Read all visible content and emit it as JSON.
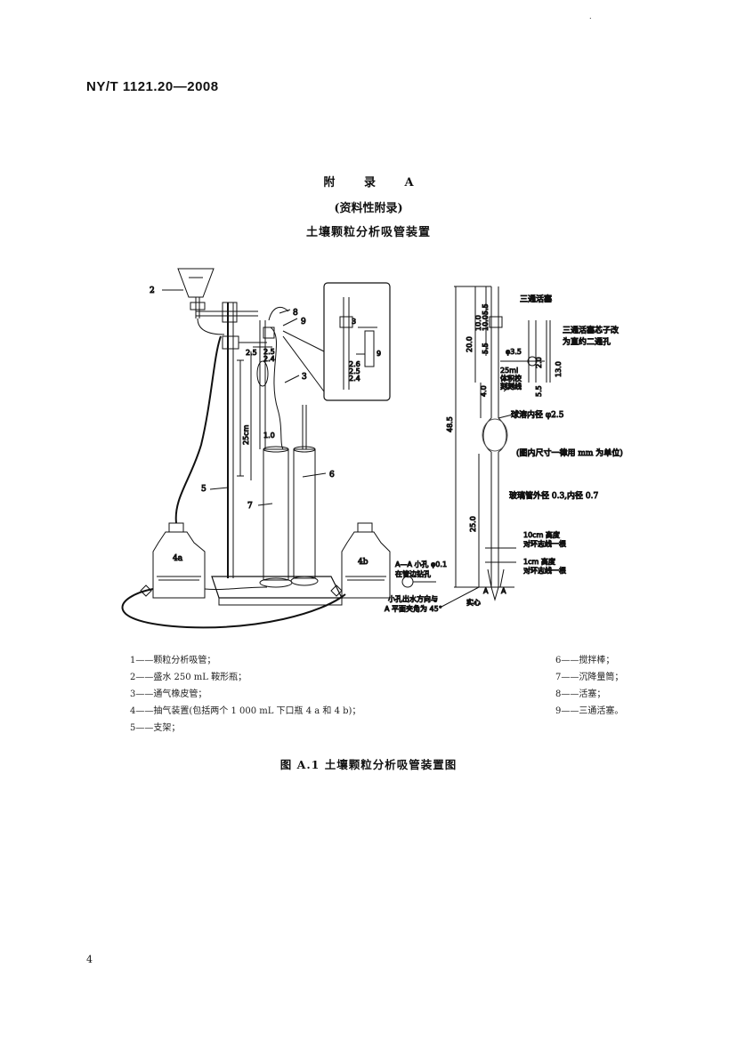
{
  "header": {
    "standard_no": "NY/T 1121.20—2008"
  },
  "appendix": {
    "label": "附 录 A",
    "type": "(资料性附录)",
    "title": "土壤颗粒分析吸管装置"
  },
  "figure_left": {
    "callouts": [
      "2",
      "8",
      "9",
      "3",
      "6",
      "5",
      "7",
      "4a",
      "4b"
    ],
    "dims": [
      "2.5",
      "2.5",
      "2.4",
      "25cm",
      "1.0"
    ],
    "inset": [
      "3",
      "2.6",
      "2.5",
      "2.4",
      "9"
    ]
  },
  "figure_right": {
    "labels": {
      "three_way": "三通活塞",
      "stopcock_note_1": "三通活塞芯子改",
      "stopcock_note_2": "为直约二通孔",
      "vol_1": "25ml",
      "vol_2": "体积校",
      "vol_3": "刻刻线",
      "bulb": "球溶内径 φ2.5",
      "units": "(图内尺寸一律用 mm 为单位)",
      "tube": "玻璃管外径 0.3,内径 0.7",
      "h10cm_1": "10cm 高度",
      "h10cm_2": "对环志线一根",
      "h1cm_1": "1cm 高度",
      "h1cm_2": "对环志线一根",
      "aa_1": "A—A 小孔 φ0.1",
      "aa_2": "在管边钻孔",
      "hole_1": "小孔出水方向与",
      "hole_2": "A 平面夹角为 45°",
      "solid": "实心",
      "a_left": "A",
      "a_right": "A"
    },
    "dims": [
      "5.5",
      "10.0",
      "10.0",
      "20.0",
      "5.5",
      "4.0",
      "48.5",
      "25.0",
      "φ3.5",
      "2.0",
      "13.0",
      "5.5"
    ]
  },
  "legend": {
    "left": [
      "1——颗粒分析吸管；",
      "2——盛水 250 mL 鞍形瓶；",
      "3——通气橡皮管；",
      "4——抽气装置(包括两个 1 000 mL 下口瓶 4 a 和 4 b)；",
      "5——支架；"
    ],
    "right": [
      "6——搅拌棒；",
      "7——沉降量筒；",
      "8——活塞；",
      "9——三通活塞。"
    ]
  },
  "caption": "图 A.1  土壤颗粒分析吸管装置图",
  "page_number": "4"
}
